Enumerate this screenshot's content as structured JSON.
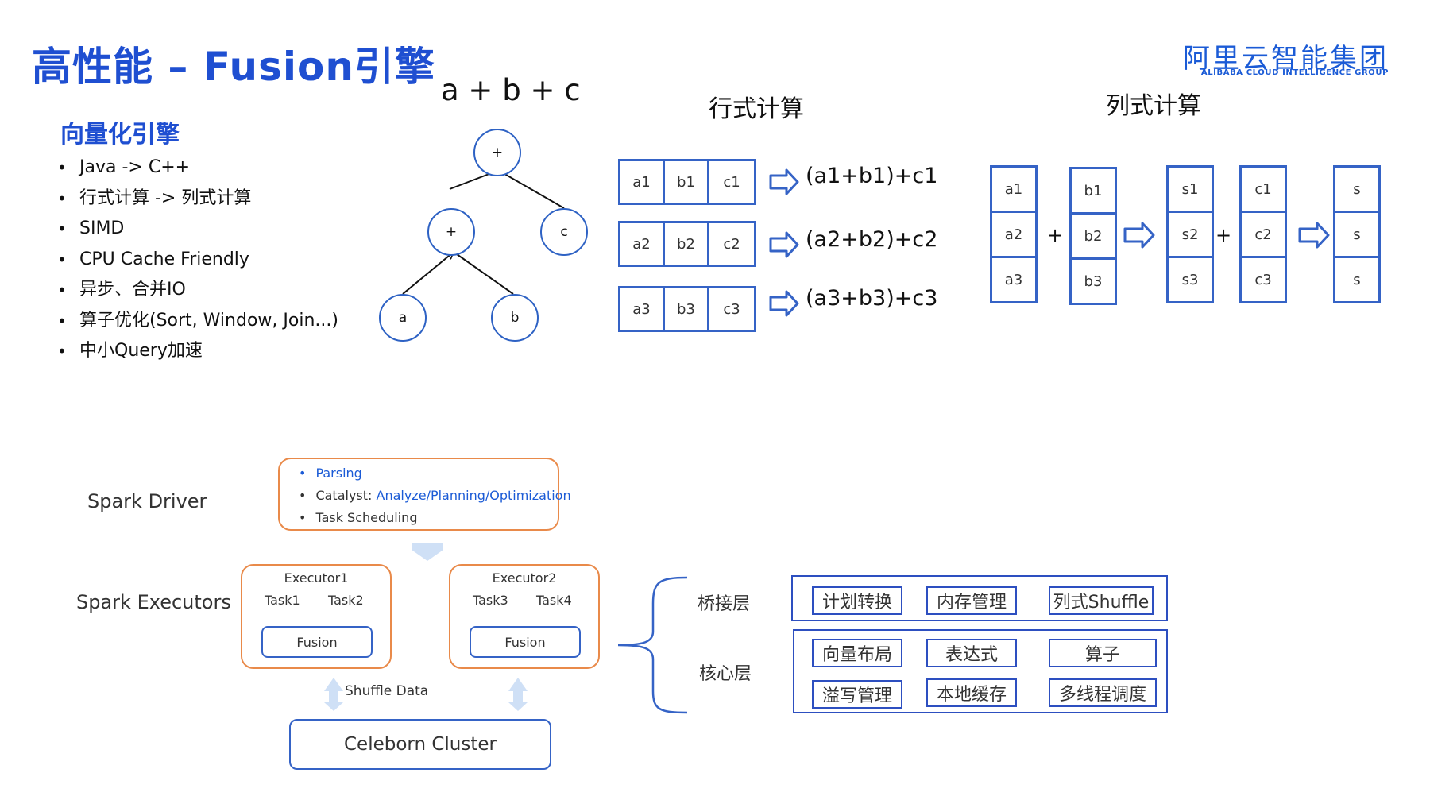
{
  "title": "高性能 – Fusion引擎",
  "logo": {
    "cn": "阿里云智能集团",
    "en": "ALIBABA CLOUD INTELLIGENCE GROUP"
  },
  "subheading": "向量化引擎",
  "bullets": [
    "Java -> C++",
    "行式计算 -> 列式计算",
    "SIMD",
    "CPU Cache Friendly",
    "异步、合并IO",
    "算子优化(Sort, Window, Join...)",
    "中小Query加速"
  ],
  "tree": {
    "expression": "a + b + c",
    "nodes": {
      "root": "+",
      "inner": "+",
      "c": "c",
      "a": "a",
      "b": "b"
    }
  },
  "row_compute": {
    "title": "行式计算",
    "rows": [
      {
        "cells": [
          "a1",
          "b1",
          "c1"
        ],
        "result": "(a1+b1)+c1"
      },
      {
        "cells": [
          "a2",
          "b2",
          "c2"
        ],
        "result": "(a2+b2)+c2"
      },
      {
        "cells": [
          "a3",
          "b3",
          "c3"
        ],
        "result": "(a3+b3)+c3"
      }
    ]
  },
  "col_compute": {
    "title": "列式计算",
    "col_a": [
      "a1",
      "a2",
      "a3"
    ],
    "col_b": [
      "b1",
      "b2",
      "b3"
    ],
    "col_s": [
      "s1",
      "s2",
      "s3"
    ],
    "col_c": [
      "c1",
      "c2",
      "c3"
    ],
    "col_out": [
      "s",
      "s",
      "s"
    ],
    "plus": "+"
  },
  "spark": {
    "driver_label": "Spark Driver",
    "driver_items": [
      {
        "text": "Parsing",
        "highlight": ""
      },
      {
        "text": "Catalyst: ",
        "highlight": "Analyze/Planning/Optimization"
      },
      {
        "text": "Task Scheduling",
        "highlight": ""
      }
    ],
    "executors_label": "Spark Executors",
    "executors": [
      {
        "name": "Executor1",
        "tasks": [
          "Task1",
          "Task2"
        ],
        "engine": "Fusion"
      },
      {
        "name": "Executor2",
        "tasks": [
          "Task3",
          "Task4"
        ],
        "engine": "Fusion"
      }
    ],
    "shuffle_label": "Shuffle Data",
    "cluster": "Celeborn Cluster"
  },
  "layers": {
    "bridge_label": "桥接层",
    "core_label": "核心层",
    "bridge_items": [
      "计划转换",
      "内存管理",
      "列式Shuffle"
    ],
    "core_items": [
      "向量布局",
      "表达式",
      "算子",
      "溢写管理",
      "本地缓存",
      "多线程调度"
    ]
  },
  "colors": {
    "title_blue": "#1f4fd1",
    "box_blue": "#3563c6",
    "orange": "#e98a4a",
    "arrow_light": "#cfe0f6",
    "highlight_blue": "#1b5bd6"
  }
}
